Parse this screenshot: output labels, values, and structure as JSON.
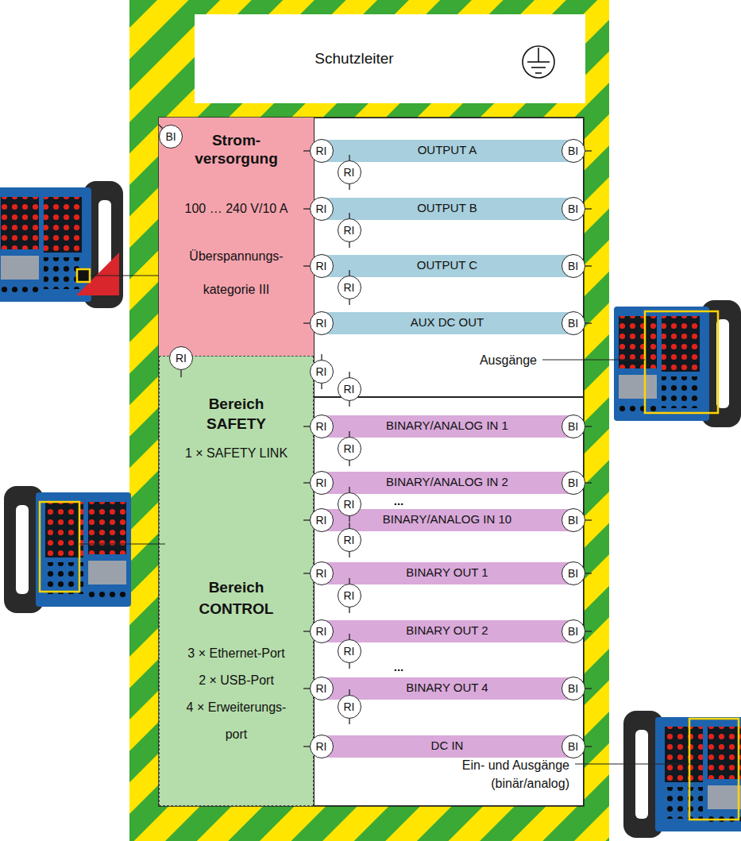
{
  "diagram": {
    "nodes": [
      {
        "text": [
          "Schutzleiter"
        ]
      },
      {
        "text": [
          "BI"
        ]
      },
      {
        "text": [
          "Strom- versorgung",
          "100 … 240 V/10 A",
          "Überspannungs- kategorie III"
        ]
      },
      {
        "text": [
          "Ausgänge"
        ]
      },
      {
        "text": [
          "RI"
        ],
        "in": 3
      },
      {
        "text": [
          "OUTPUT A"
        ],
        "in": 3
      },
      {
        "text": [
          "BI"
        ],
        "in": 3
      },
      {
        "text": [
          "RI"
        ],
        "in": 3
      },
      {
        "text": [
          "RI"
        ],
        "in": 3
      },
      {
        "text": [
          "OUTPUT B"
        ],
        "in": 3
      },
      {
        "text": [
          "BI"
        ],
        "in": 3
      },
      {
        "text": [
          "RI"
        ],
        "in": 3
      },
      {
        "text": [
          "RI"
        ],
        "in": 3
      },
      {
        "text": [
          "OUTPUT C"
        ],
        "in": 3
      },
      {
        "text": [
          "BI"
        ],
        "in": 3
      },
      {
        "text": [
          "RI"
        ],
        "in": 3
      },
      {
        "text": [
          "RI"
        ],
        "in": 3
      },
      {
        "text": [
          "AUX DC OUT"
        ],
        "in": 3
      },
      {
        "text": [
          "BI"
        ],
        "in": 3
      },
      {
        "text": [
          "RI"
        ],
        "in": 3
      },
      {
        "text": [
          "RI"
        ],
        "in": 3
      },
      {
        "text": [
          "RI"
        ]
      },
      {
        "text": [
          "Bereich SAFETY",
          "1 × SAFETY LINK",
          "Bereich CONTROL",
          "3 × Ethernet-Port",
          "2 × USB-Port",
          "4 × Erweiterungs- port"
        ]
      },
      {
        "text": [
          "Ein- und Ausgänge (binär/analog)"
        ]
      },
      {
        "text": [
          "RI"
        ],
        "in": 23
      },
      {
        "text": [
          "BINARY/ANALOG IN 1"
        ],
        "in": 23
      },
      {
        "text": [
          "BI"
        ],
        "in": 23
      },
      {
        "text": [
          "RI"
        ],
        "in": 23
      },
      {
        "text": [
          "RI"
        ],
        "in": 23
      },
      {
        "text": [
          "BINARY/ANALOG IN 2"
        ],
        "in": 23
      },
      {
        "text": [
          "BI"
        ],
        "in": 23
      },
      {
        "text": [
          "RI"
        ],
        "in": 23
      },
      {
        "text": [
          "RI"
        ],
        "in": 23
      },
      {
        "text": [
          "BINARY/ANALOG IN 10"
        ],
        "in": 23
      },
      {
        "text": [
          "BI"
        ],
        "in": 23
      },
      {
        "text": [
          "RI"
        ],
        "in": 23
      },
      {
        "text": [
          "RI"
        ],
        "in": 23
      },
      {
        "text": [
          "BINARY OUT 1"
        ],
        "in": 23
      },
      {
        "text": [
          "BI"
        ],
        "in": 23
      },
      {
        "text": [
          "RI"
        ],
        "in": 23
      },
      {
        "text": [
          "RI"
        ],
        "in": 23
      },
      {
        "text": [
          "BINARY OUT 2"
        ],
        "in": 23
      },
      {
        "text": [
          "BI"
        ],
        "in": 23
      },
      {
        "text": [
          "RI"
        ],
        "in": 23
      },
      {
        "text": [
          "RI"
        ],
        "in": 23
      },
      {
        "text": [
          "BINARY OUT 4"
        ],
        "in": 23
      },
      {
        "text": [
          "BI"
        ],
        "in": 23
      },
      {
        "text": [
          "RI"
        ],
        "in": 23
      },
      {
        "text": [
          "RI"
        ],
        "in": 23
      },
      {
        "text": [
          "DC IN"
        ],
        "in": 23
      },
      {
        "text": [
          "BI"
        ],
        "in": 23
      }
    ],
    "labels": [
      "...",
      "..."
    ]
  }
}
